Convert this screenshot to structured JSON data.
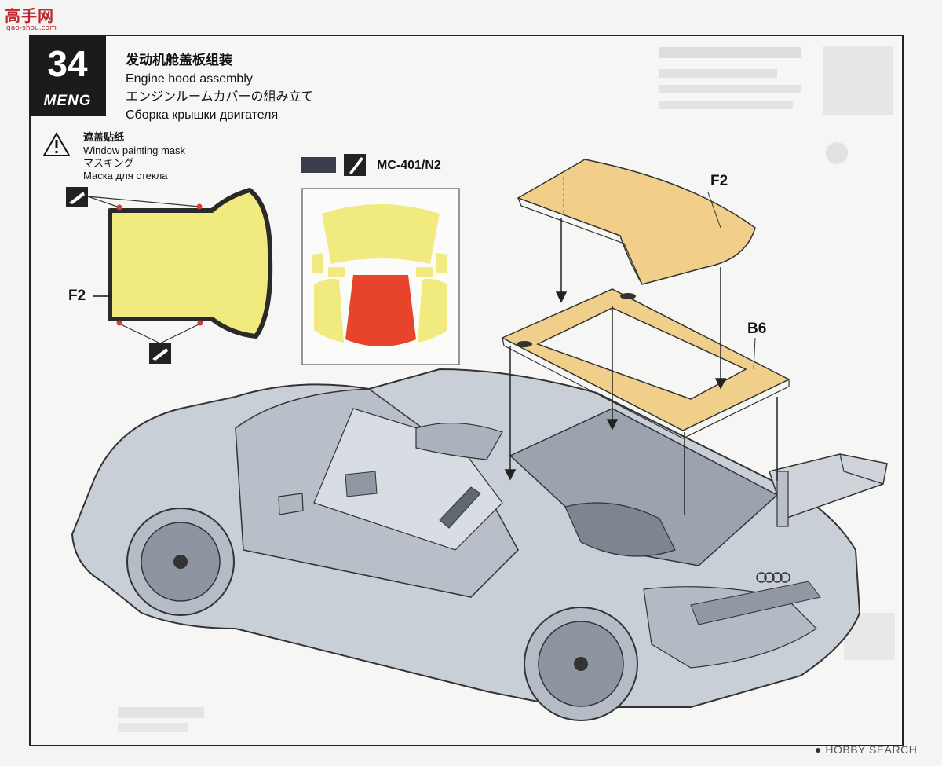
{
  "watermark": {
    "title": "高手网",
    "subtitle": "gao-shou.com"
  },
  "step": {
    "number": "34",
    "brand": "MENG"
  },
  "titles": {
    "zh": "发动机舱盖板组装",
    "en": "Engine hood assembly",
    "ja": "エンジンルームカバーの組み立て",
    "ru": "Сборка крышки двигателя"
  },
  "mask": {
    "zh": "遮盖贴纸",
    "en": "Window painting mask",
    "ja": "マスキング",
    "ru": "Маска для стекла"
  },
  "paint_code": "MC-401/N2",
  "parts": {
    "hood": "F2",
    "frame": "B6",
    "mask_part": "F2"
  },
  "colors": {
    "mask_yellow": "#f1ea7e",
    "mask_red": "#e8432b",
    "hood_tan": "#f1cf8b",
    "frame_tan": "#f0cf8a",
    "paint_swatch": "#3a3f4b",
    "car_body": "#c9cfd7"
  },
  "icons": [
    "warning-icon",
    "brush-icon",
    "cut-icon"
  ],
  "bottom_mark": "HOBBY SEARCH"
}
